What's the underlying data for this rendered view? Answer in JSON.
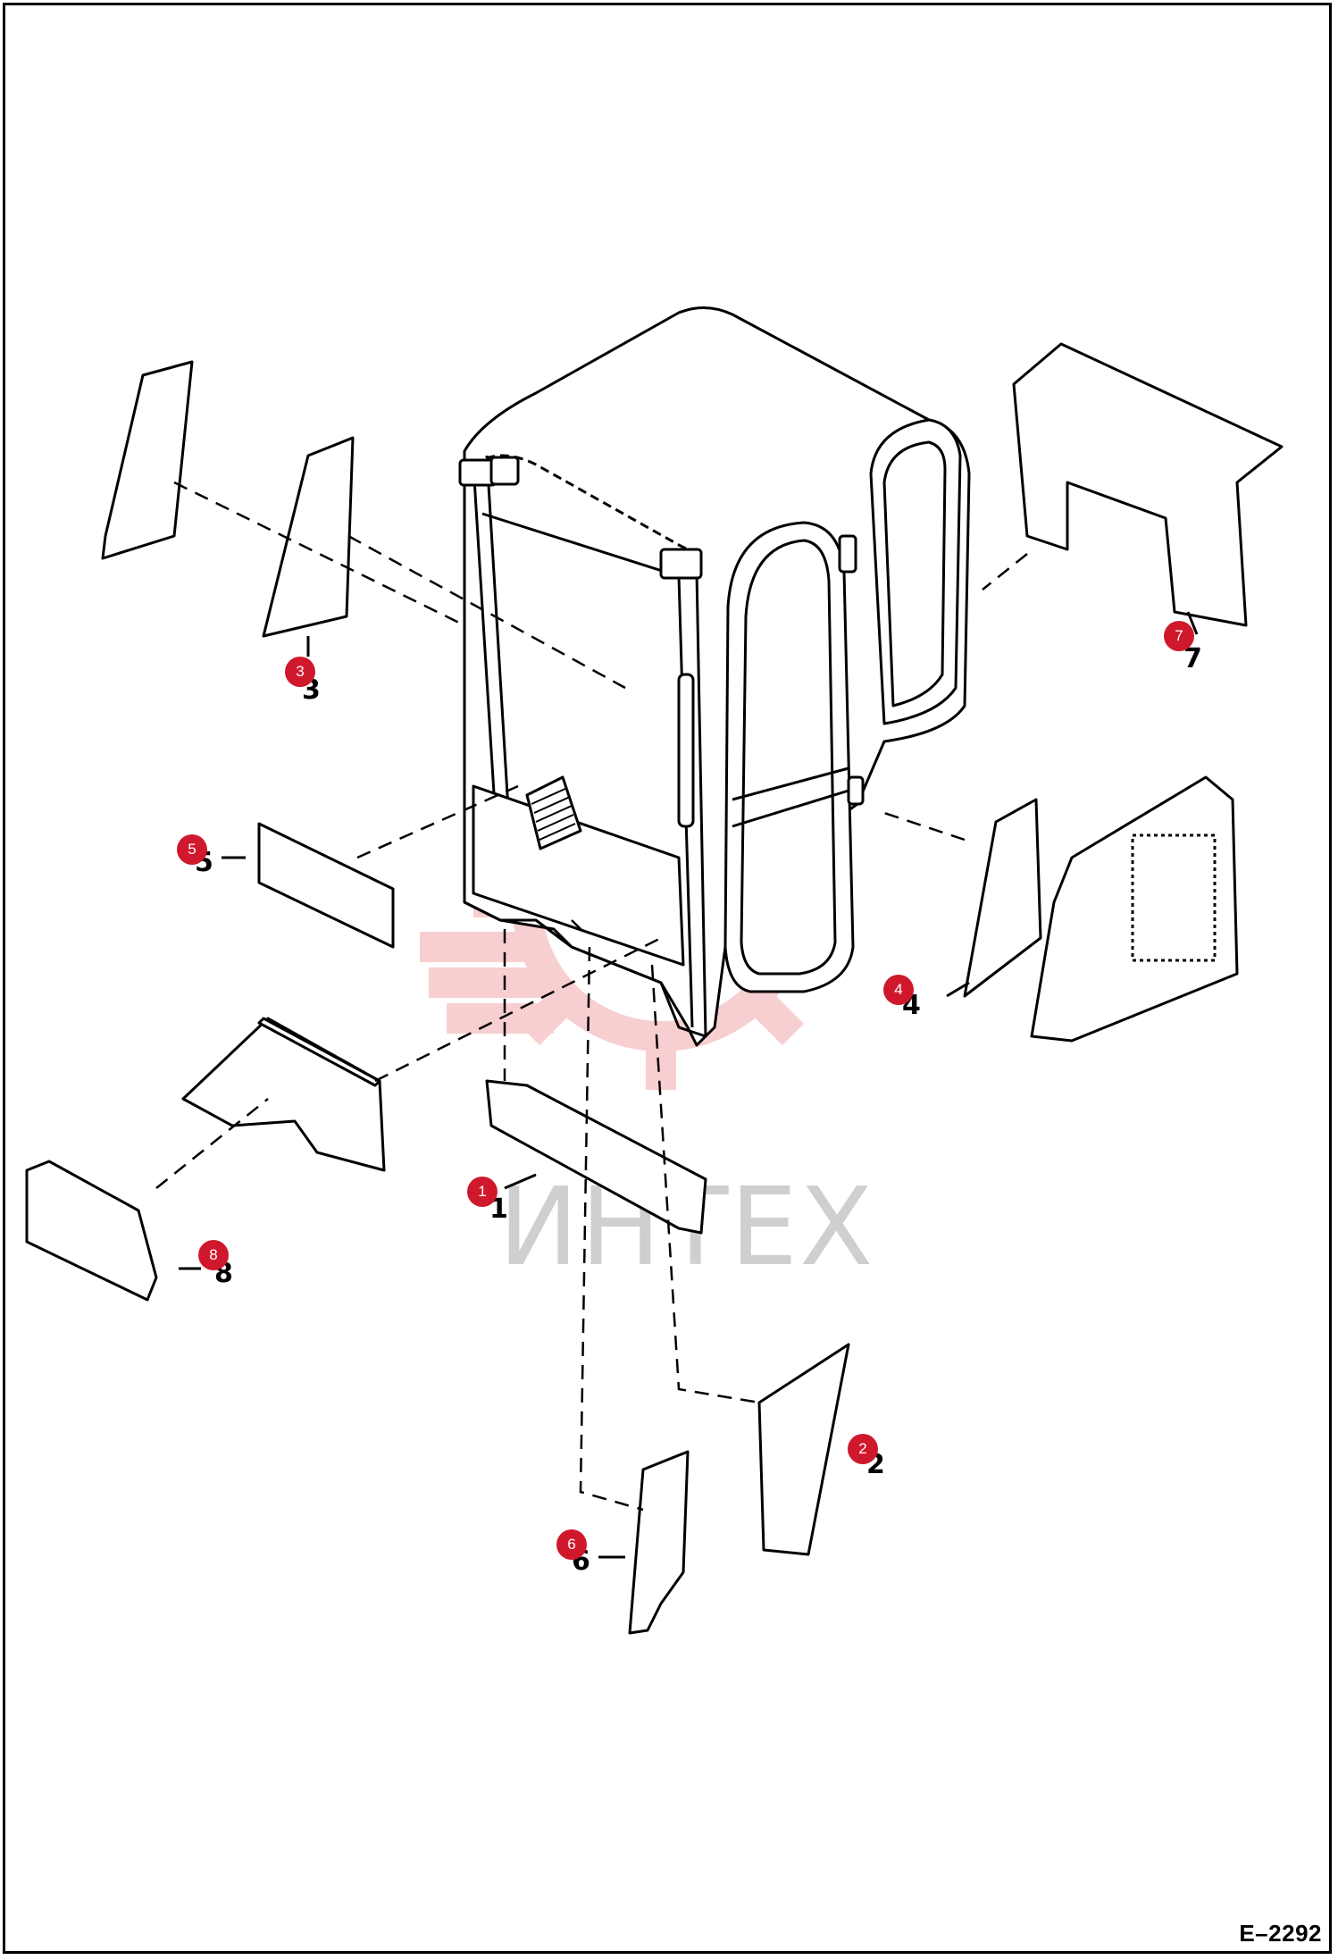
{
  "diagram": {
    "reference_code": "E–2292",
    "watermark_text": "ИНТЕХ",
    "parts": [
      {
        "number": "1",
        "callout": "1"
      },
      {
        "number": "2",
        "callout": "2"
      },
      {
        "number": "3",
        "callout": "3"
      },
      {
        "number": "4",
        "callout": "4"
      },
      {
        "number": "5",
        "callout": "5"
      },
      {
        "number": "6",
        "callout": "6"
      },
      {
        "number": "7",
        "callout": "7"
      },
      {
        "number": "8",
        "callout": "8"
      }
    ]
  },
  "colors": {
    "callout": "#d0182c",
    "watermark": "#f3a9ad",
    "line": "#000000"
  }
}
